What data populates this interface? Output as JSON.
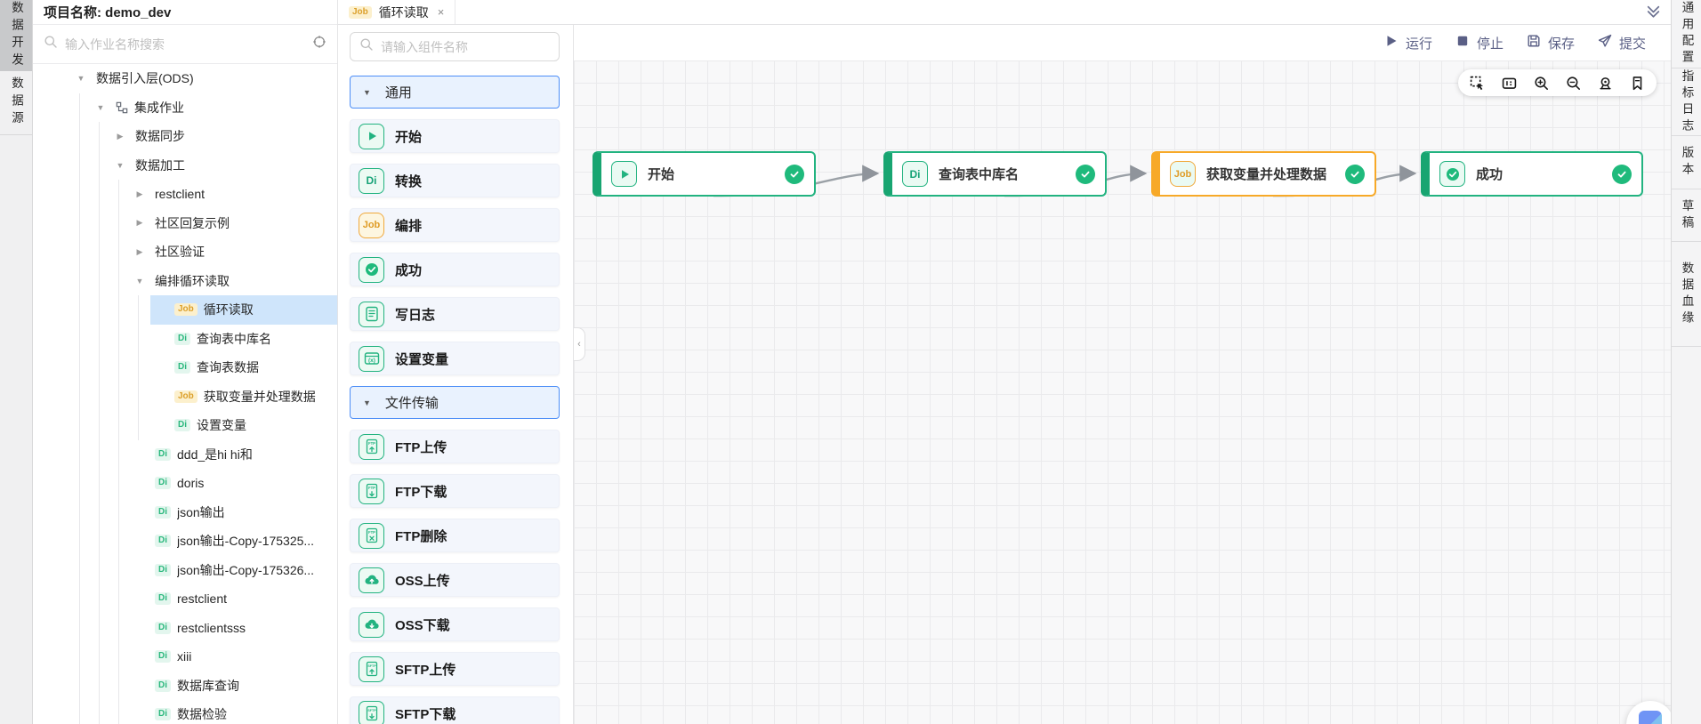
{
  "colors": {
    "green": "#22b380",
    "green_dark": "#18a571",
    "orange": "#f7a928",
    "section_blue": "#4d8ef7",
    "toolbar_purple": "#5a5f85",
    "selection_blue": "#cfe5fb",
    "status_green": "#1fba7c"
  },
  "left_rail": {
    "tabs": [
      {
        "label": "数据开发",
        "active": true
      },
      {
        "label": "数据源",
        "active": false
      }
    ]
  },
  "project_panel": {
    "title": "项目名称: demo_dev",
    "search_placeholder": "输入作业名称搜索",
    "tree": [
      {
        "level": 0,
        "expand": "open",
        "label": "数据引入层(ODS)"
      },
      {
        "level": 1,
        "expand": "open",
        "icon": "workflow-icon",
        "label": "集成作业"
      },
      {
        "level": 2,
        "expand": "closed",
        "label": "数据同步"
      },
      {
        "level": 2,
        "expand": "open",
        "label": "数据加工"
      },
      {
        "level": 3,
        "expand": "closed",
        "label": "restclient"
      },
      {
        "level": 3,
        "expand": "closed",
        "label": "社区回复示例"
      },
      {
        "level": 3,
        "expand": "closed",
        "label": "社区验证"
      },
      {
        "level": 3,
        "expand": "open",
        "label": "编排循环读取"
      },
      {
        "level": 4,
        "badge": "Job",
        "label": "循环读取",
        "selected": true
      },
      {
        "level": 4,
        "badge": "Di",
        "label": "查询表中库名"
      },
      {
        "level": 4,
        "badge": "Di",
        "label": "查询表数据"
      },
      {
        "level": 4,
        "badge": "Job",
        "label": "获取变量并处理数据"
      },
      {
        "level": 4,
        "badge": "Di",
        "label": "设置变量"
      },
      {
        "level": 3,
        "badge": "Di",
        "label": "ddd_是hi hi和"
      },
      {
        "level": 3,
        "badge": "Di",
        "label": "doris"
      },
      {
        "level": 3,
        "badge": "Di",
        "label": "json输出"
      },
      {
        "level": 3,
        "badge": "Di",
        "label": "json输出-Copy-175325..."
      },
      {
        "level": 3,
        "badge": "Di",
        "label": "json输出-Copy-175326..."
      },
      {
        "level": 3,
        "badge": "Di",
        "label": "restclient"
      },
      {
        "level": 3,
        "badge": "Di",
        "label": "restclientsss"
      },
      {
        "level": 3,
        "badge": "Di",
        "label": "xiii"
      },
      {
        "level": 3,
        "badge": "Di",
        "label": "数据库查询"
      },
      {
        "level": 3,
        "badge": "Di",
        "label": "数据检验"
      }
    ]
  },
  "tab_bar": {
    "tabs": [
      {
        "badge": "Job",
        "label": "循环读取",
        "close": "×"
      }
    ],
    "collapse_icon": "double-chevron-down-icon"
  },
  "palette": {
    "search_placeholder": "请输入组件名称",
    "collapse_handle": "‹",
    "sections": [
      {
        "label": "通用",
        "expanded": true,
        "items": [
          {
            "icon": "play-icon",
            "label": "开始"
          },
          {
            "icon": "di-badge-icon",
            "label": "转换"
          },
          {
            "icon": "job-badge-icon",
            "label": "编排"
          },
          {
            "icon": "check-circle-icon",
            "label": "成功"
          },
          {
            "icon": "write-log-icon",
            "label": "写日志"
          },
          {
            "icon": "set-variable-icon",
            "label": "设置变量"
          }
        ]
      },
      {
        "label": "文件传输",
        "expanded": true,
        "items": [
          {
            "icon": "ftp-upload-icon",
            "label": "FTP上传"
          },
          {
            "icon": "ftp-download-icon",
            "label": "FTP下载"
          },
          {
            "icon": "ftp-delete-icon",
            "label": "FTP删除"
          },
          {
            "icon": "oss-upload-icon",
            "label": "OSS上传"
          },
          {
            "icon": "oss-download-icon",
            "label": "OSS下载"
          },
          {
            "icon": "sftp-upload-icon",
            "label": "SFTP上传"
          },
          {
            "icon": "sftp-download-icon",
            "label": "SFTP下载"
          }
        ]
      }
    ]
  },
  "canvas": {
    "toolbar": {
      "run_label": "运行",
      "stop_label": "停止",
      "save_label": "保存",
      "submit_label": "提交"
    },
    "tools": [
      "marquee-select-icon",
      "minimap-icon",
      "zoom-in-icon",
      "zoom-out-icon",
      "locate-icon",
      "bookmark-icon"
    ],
    "nodes": [
      {
        "chip": "play-icon",
        "label": "开始",
        "variant": "green",
        "status": "success"
      },
      {
        "chip": "di-badge-icon",
        "label": "查询表中库名",
        "variant": "green",
        "status": "success"
      },
      {
        "chip": "job-badge-icon",
        "label": "获取变量并处理数据",
        "variant": "orange",
        "status": "success"
      },
      {
        "chip": "check-circle-icon",
        "label": "成功",
        "variant": "green",
        "status": "success"
      }
    ],
    "edges": [
      {
        "from": 0,
        "to": 1
      },
      {
        "from": 1,
        "to": 2
      },
      {
        "from": 2,
        "to": 3
      }
    ]
  },
  "right_rail": {
    "tabs": [
      "通用配置",
      "指标日志",
      "版本",
      "草稿",
      "数据血缘"
    ]
  }
}
